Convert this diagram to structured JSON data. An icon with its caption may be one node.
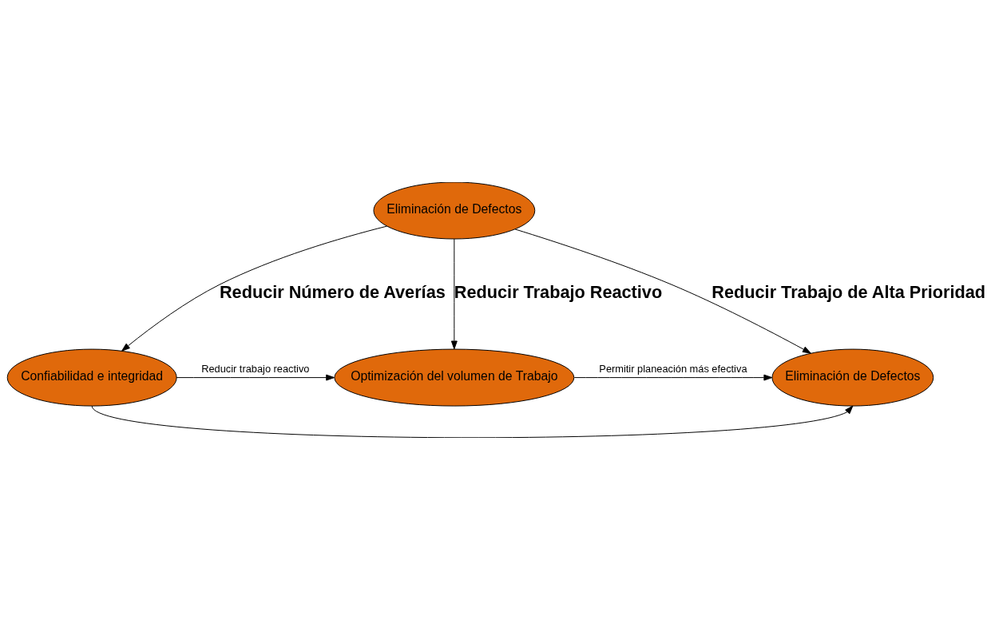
{
  "diagram": {
    "nodes": [
      {
        "text": [
          "Eliminación de Defectos"
        ]
      },
      {
        "text": [
          "Confiabilidad e integridad"
        ]
      },
      {
        "text": [
          "Optimización del volumen de Trabajo"
        ]
      },
      {
        "text": [
          "Eliminación de Defectos"
        ]
      }
    ],
    "edges": [
      {
        "from": 0,
        "to": 1,
        "arrow": "to",
        "label": "Reducir Número de Averías"
      },
      {
        "from": 0,
        "to": 2,
        "arrow": "to",
        "label": "Reducir Trabajo Reactivo"
      },
      {
        "from": 0,
        "to": 3,
        "arrow": "to",
        "label": "Reducir Trabajo de Alta Prioridad"
      },
      {
        "from": 1,
        "to": 2,
        "arrow": "to",
        "label": "Reducir trabajo reactivo"
      },
      {
        "from": 2,
        "to": 3,
        "arrow": "to",
        "label": "Permitir planeación más efectiva"
      },
      {
        "from": 1,
        "to": 3,
        "arrow": "to"
      }
    ]
  }
}
